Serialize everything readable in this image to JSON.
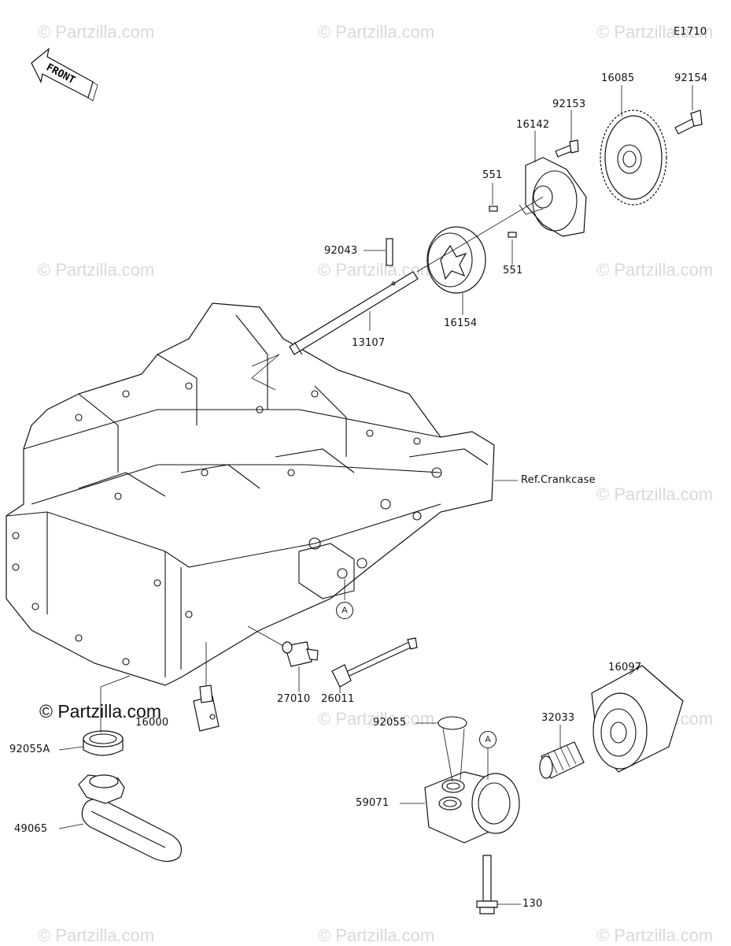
{
  "diagram_id": "E1710",
  "front_label": "FRONT",
  "watermark": "© Partzilla.com",
  "ref_label": "Ref.Crankcase",
  "ref_marker": "A",
  "parts": {
    "p16085": "16085",
    "p92154": "92154",
    "p92153": "92153",
    "p16142": "16142",
    "p551a": "551",
    "p551b": "551",
    "p92043": "92043",
    "p16154": "16154",
    "p13107": "13107",
    "p27010": "27010",
    "p26011": "26011",
    "p92055": "92055",
    "p92055A": "92055A",
    "p16097": "16097",
    "p32033": "32033",
    "p59071": "59071",
    "p49065": "49065",
    "p130": "130",
    "p16000": "16000"
  }
}
